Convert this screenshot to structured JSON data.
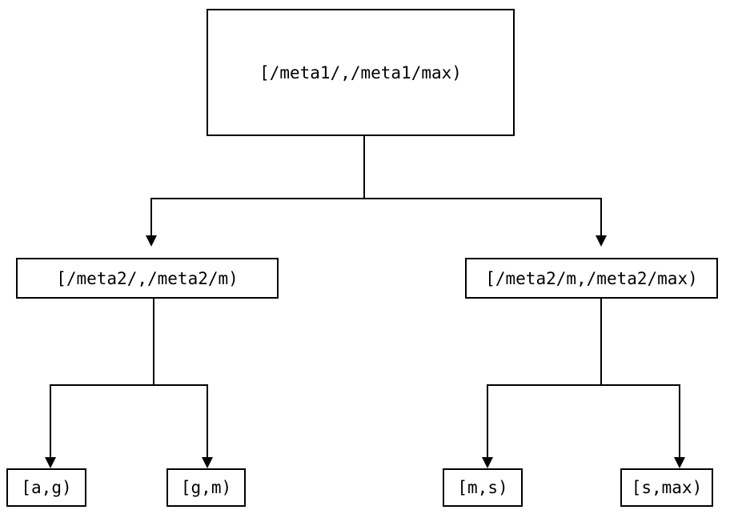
{
  "diagram": {
    "type": "tree",
    "title": "",
    "orientation": "top-down",
    "colors": {
      "background": "#ffffff",
      "stroke": "#000000",
      "text": "#000000",
      "fill": "#ffffff"
    },
    "nodes": {
      "root": {
        "label": "[/meta1/,/meta1/max)"
      },
      "mid_left": {
        "label": "[/meta2/,/meta2/m)"
      },
      "mid_right": {
        "label": "[/meta2/m,/meta2/max)"
      },
      "leaf_1": {
        "label": "[a,g)"
      },
      "leaf_2": {
        "label": "[g,m)"
      },
      "leaf_3": {
        "label": "[m,s)"
      },
      "leaf_4": {
        "label": "[s,max)"
      }
    },
    "edges": [
      {
        "from": "root",
        "to": "mid_left",
        "arrow": "down-triangle"
      },
      {
        "from": "root",
        "to": "mid_right",
        "arrow": "down-triangle"
      },
      {
        "from": "mid_left",
        "to": "leaf_1",
        "arrow": "down-triangle"
      },
      {
        "from": "mid_left",
        "to": "leaf_2",
        "arrow": "down-triangle"
      },
      {
        "from": "mid_right",
        "to": "leaf_3",
        "arrow": "down-triangle"
      },
      {
        "from": "mid_right",
        "to": "leaf_4",
        "arrow": "down-triangle"
      }
    ]
  }
}
